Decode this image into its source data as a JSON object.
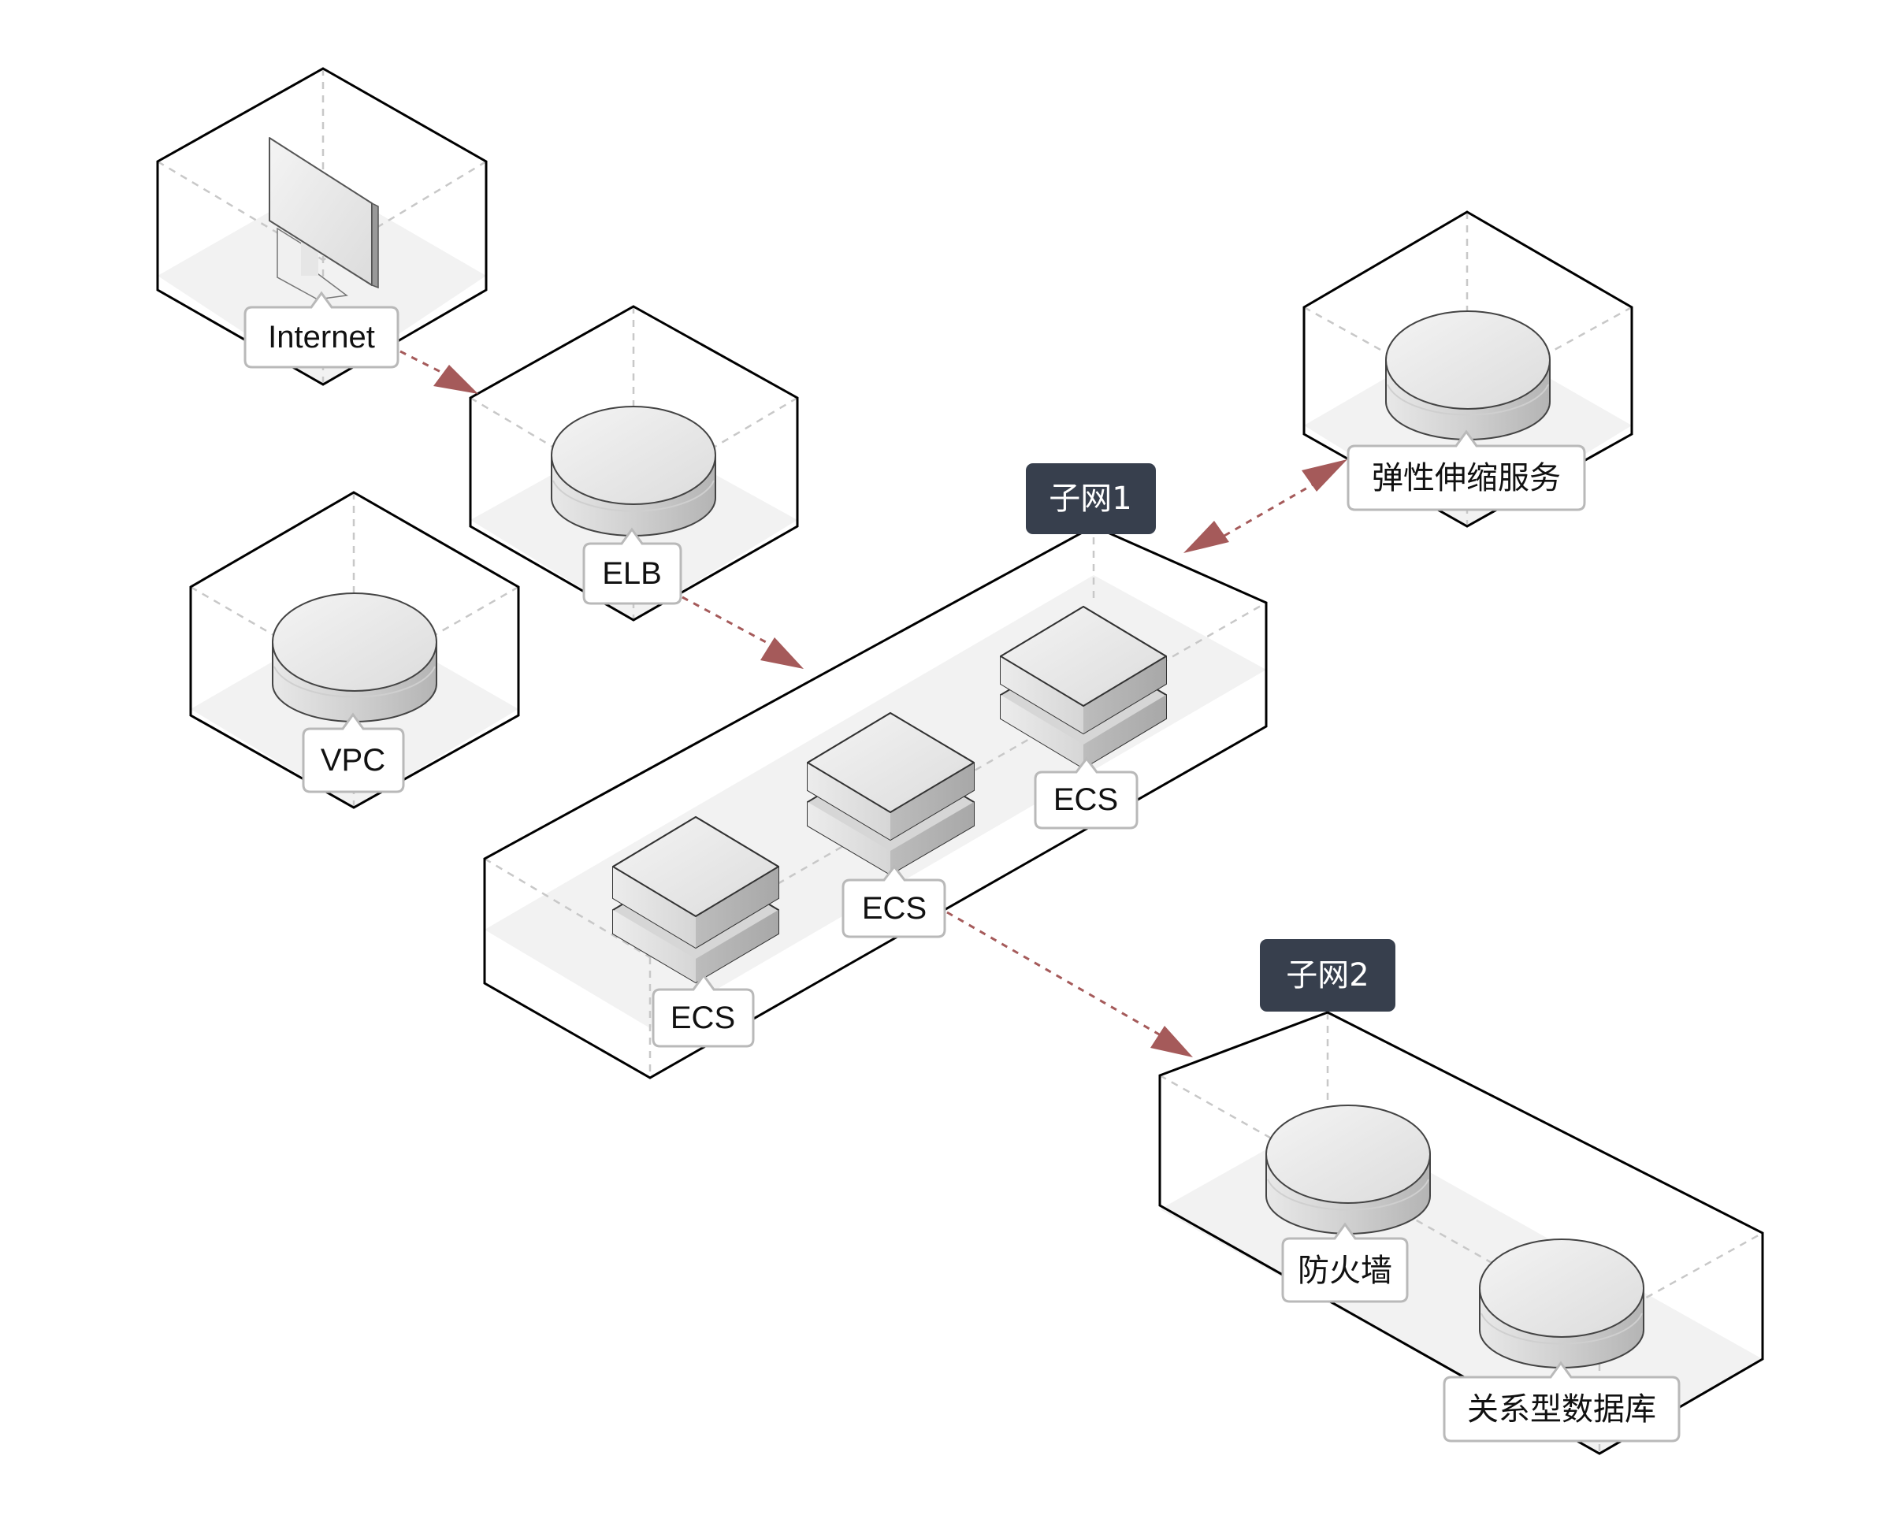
{
  "diagram": {
    "nodes": [
      {
        "id": "internet",
        "label": "Internet",
        "icon": "monitor-icon"
      },
      {
        "id": "elb",
        "label": "ELB",
        "icon": "disk-icon"
      },
      {
        "id": "vpc",
        "label": "VPC",
        "icon": "disk-icon"
      },
      {
        "id": "as",
        "label": "弹性伸缩服务",
        "icon": "disk-icon"
      },
      {
        "id": "ecs1",
        "label": "ECS",
        "icon": "server-icon"
      },
      {
        "id": "ecs2",
        "label": "ECS",
        "icon": "server-icon"
      },
      {
        "id": "ecs3",
        "label": "ECS",
        "icon": "server-icon"
      },
      {
        "id": "fw",
        "label": "防火墙",
        "icon": "disk-icon"
      },
      {
        "id": "rds",
        "label": "关系型数据库",
        "icon": "disk-icon"
      }
    ],
    "groups": [
      {
        "id": "subnet1",
        "label": "子网1"
      },
      {
        "id": "subnet2",
        "label": "子网2"
      }
    ],
    "edges": [
      {
        "from": "internet",
        "to": "elb",
        "direction": "one-way"
      },
      {
        "from": "elb",
        "to": "subnet1",
        "direction": "one-way"
      },
      {
        "from": "subnet1",
        "to": "as",
        "direction": "two-way"
      },
      {
        "from": "ecs2",
        "to": "subnet2",
        "direction": "one-way"
      }
    ],
    "colors": {
      "flow": "#a55a5a",
      "group_label_bg": "#373f4d",
      "floor": "#f2f2f2",
      "guide": "#c8c8c8"
    }
  }
}
